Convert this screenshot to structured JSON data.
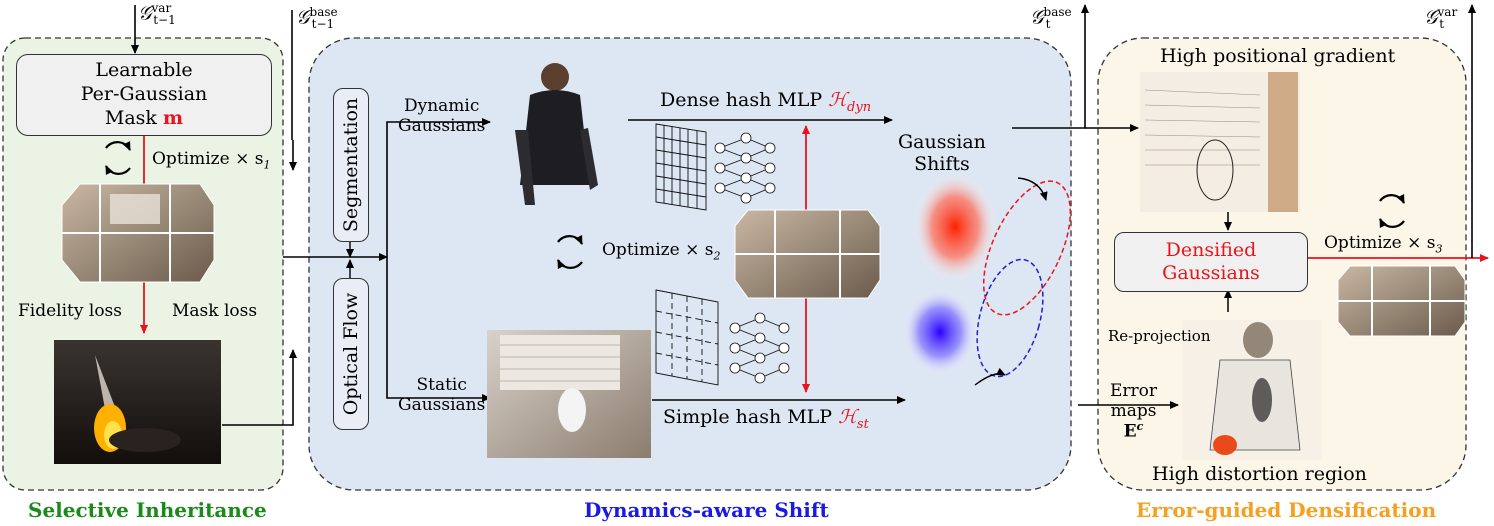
{
  "top_labels": {
    "g_var_prev": "𝒢ᵥₐᵣ t−1",
    "g_var_prev_main": "𝒢",
    "g_var_prev_sup": "var",
    "g_var_prev_sub": "t−1",
    "g_base_prev_main": "𝒢",
    "g_base_prev_sup": "base",
    "g_base_prev_sub": "t−1",
    "g_base_t_main": "𝒢",
    "g_base_t_sup": "base",
    "g_base_t_sub": "t",
    "g_var_t_main": "𝒢",
    "g_var_t_sup": "var",
    "g_var_t_sub": "t"
  },
  "left_panel": {
    "title": "Selective Inheritance",
    "title_color": "#1a8a1a",
    "mask_box_line1": "Learnable",
    "mask_box_line2": "Per-Gaussian",
    "mask_box_line3": "Mask",
    "mask_symbol": "m",
    "optimize_label": "Optimize × s",
    "optimize_sub": "1",
    "fidelity_loss": "Fidelity loss",
    "mask_loss": "Mask loss"
  },
  "middle_panel": {
    "title": "Dynamics-aware Shift",
    "title_color": "#1a1ae0",
    "segmentation": "Segmentation",
    "optical_flow": "Optical Flow",
    "dynamic_line1": "Dynamic",
    "dynamic_line2": "Gaussians",
    "static_line1": "Static",
    "static_line2": "Gaussians",
    "dense_mlp": "Dense hash MLP",
    "dense_symbol": "ℋ",
    "dense_sub": "dyn",
    "simple_mlp": "Simple hash MLP",
    "simple_symbol": "ℋ",
    "simple_sub": "st",
    "optimize_label": "Optimize × s",
    "optimize_sub": "2",
    "shifts_line1": "Gaussian",
    "shifts_line2": "Shifts"
  },
  "right_panel": {
    "title": "Error-guided Densification",
    "title_color": "#f5a020",
    "high_grad": "High positional gradient",
    "densified_line1": "Densified",
    "densified_line2": "Gaussians",
    "optimize_label": "Optimize × s",
    "optimize_sub": "3",
    "reprojection": "Re-projection",
    "error_line1": "Error",
    "error_line2": "maps",
    "error_symbol": "E",
    "error_sup": "c",
    "high_distortion": "High distortion region"
  },
  "colors": {
    "left_bg": "#eaf3e4",
    "middle_bg": "#dde6f3",
    "right_bg": "#fcf6e8",
    "arrow_red": "#e8141c",
    "ellipse_red": "#e8141c",
    "ellipse_blue": "#2020c8"
  }
}
